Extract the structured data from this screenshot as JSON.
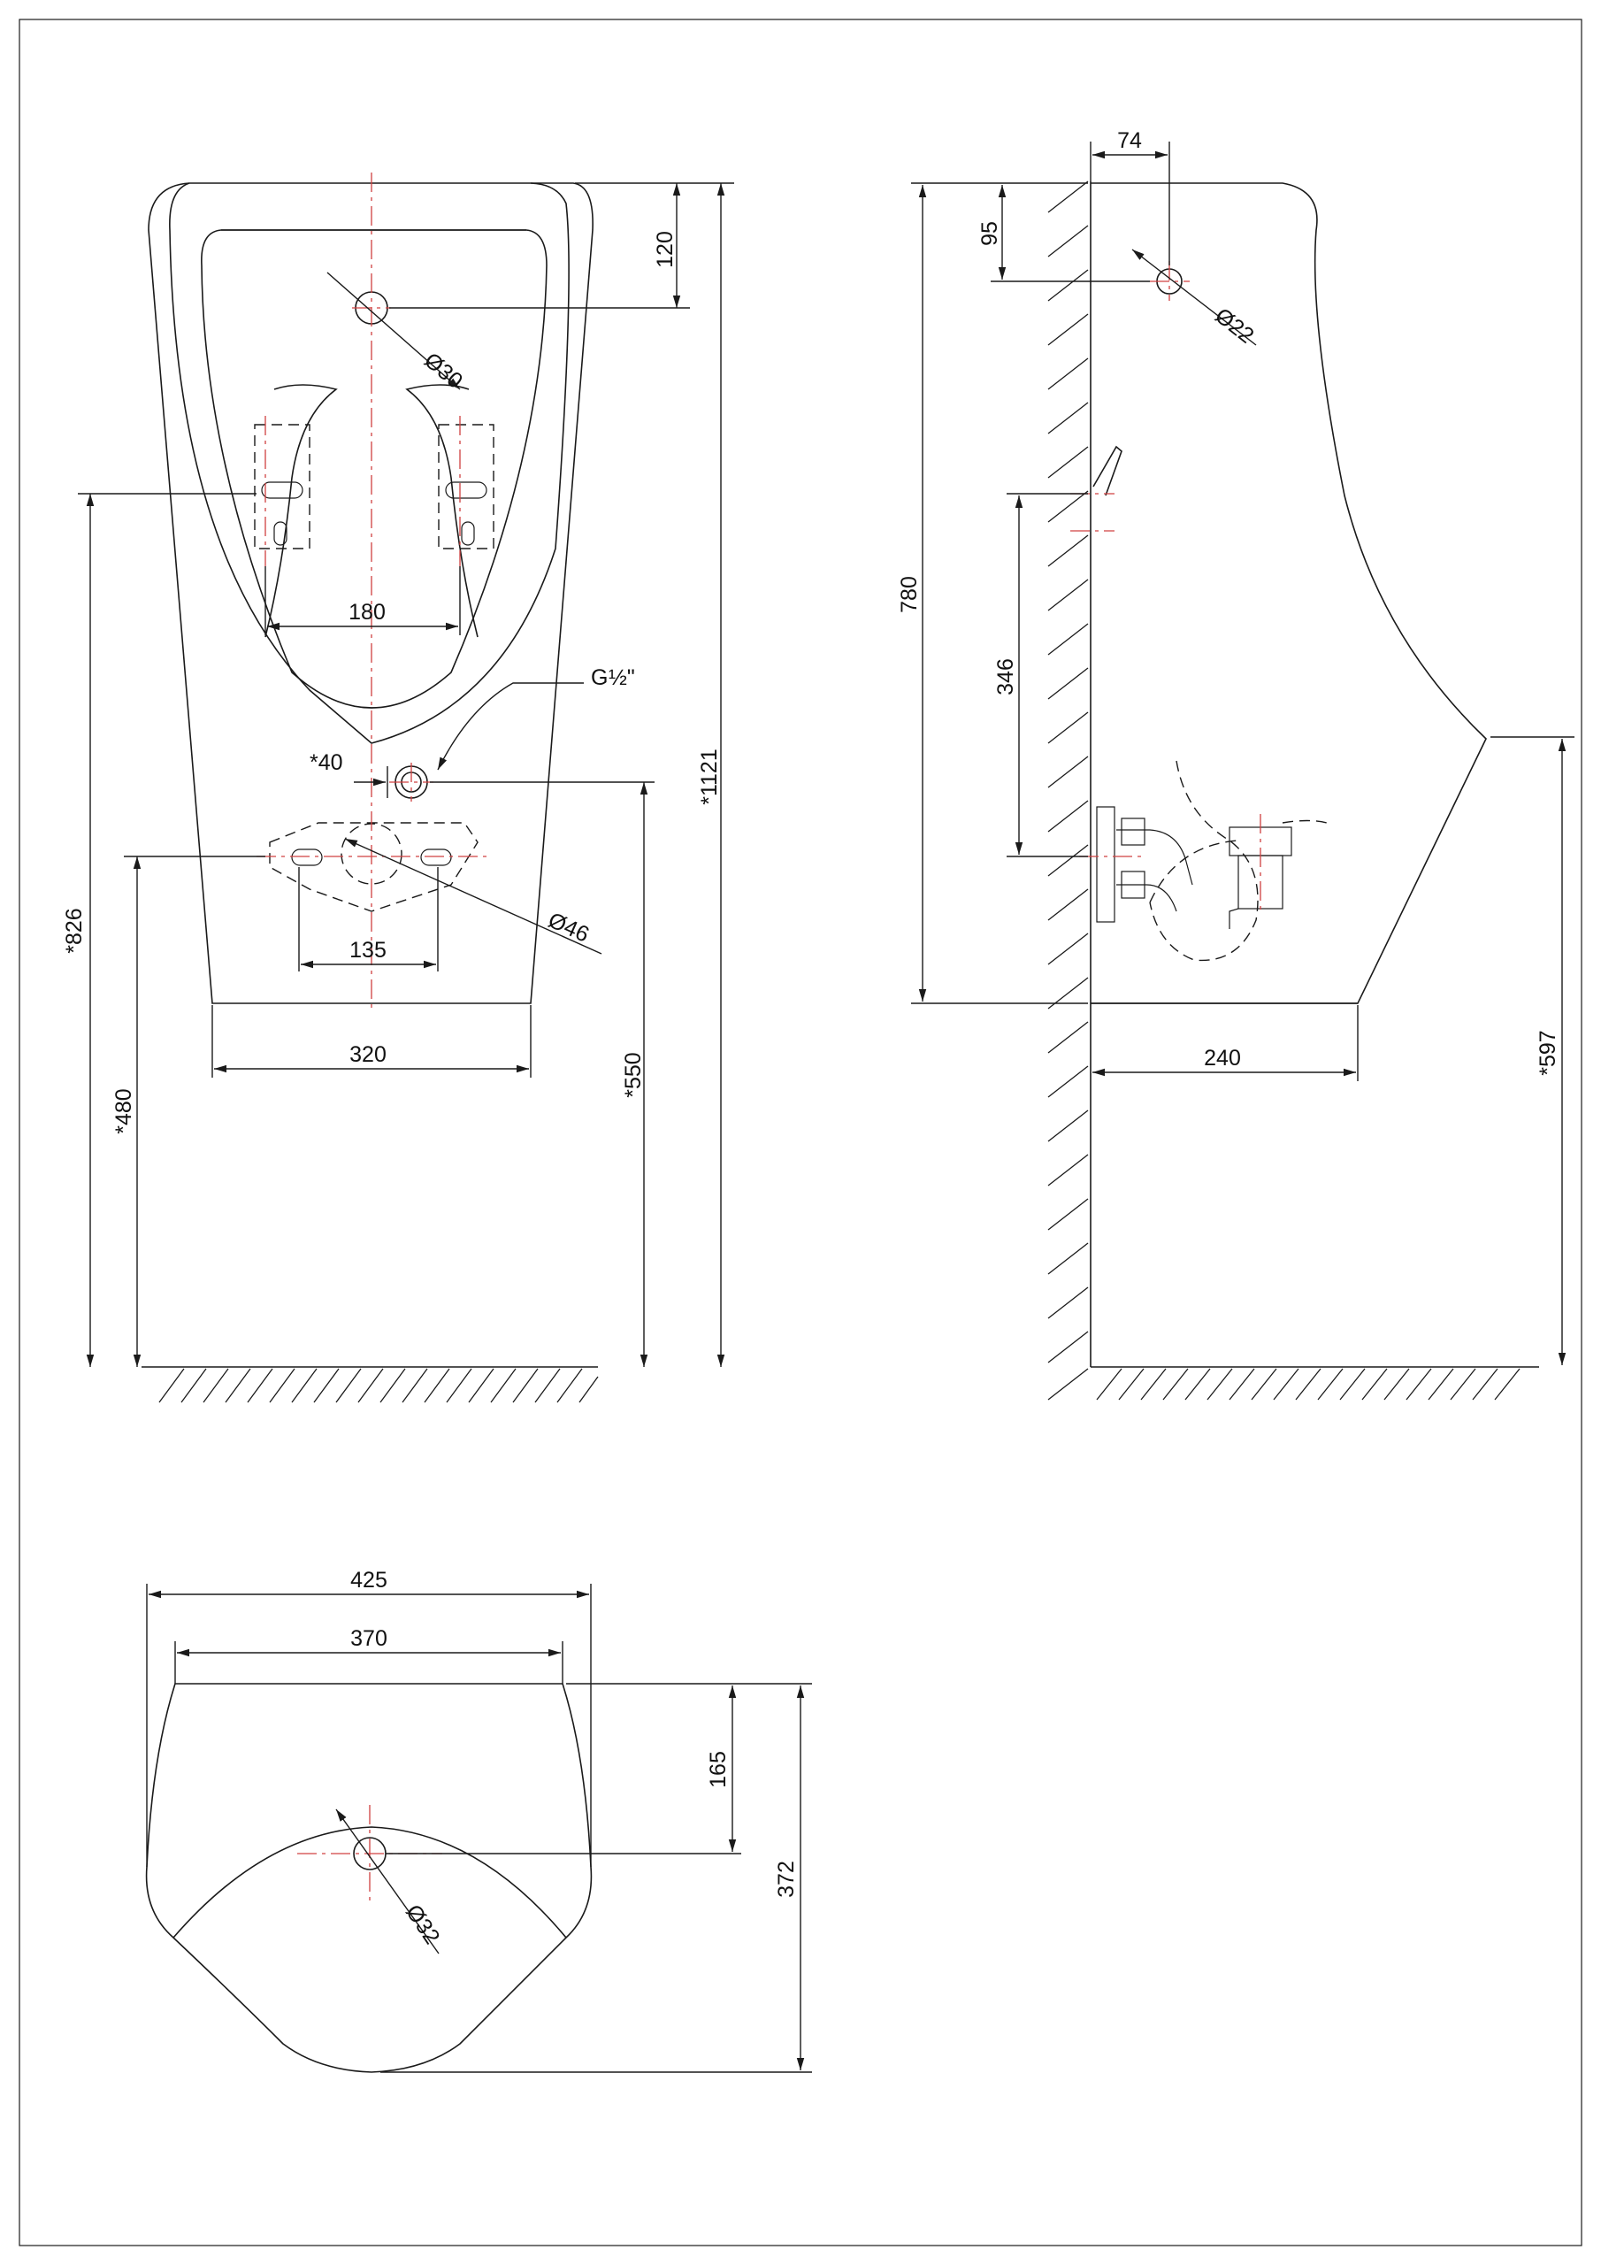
{
  "front_view": {
    "dim_top_inlet": "120",
    "dim_inlet_dia": "Ø30",
    "dim_bracket_spacing": "180",
    "dim_thread": "G",
    "dim_thread_fraction": "½\"",
    "dim_inlet_offset": "*40",
    "dim_outlet_dia": "Ø46",
    "dim_outlet_spacing": "135",
    "dim_base_width": "320",
    "dim_total_height": "*1121",
    "dim_bracket_height": "*826",
    "dim_outlet_height": "*480",
    "dim_inlet_height": "*550"
  },
  "side_view": {
    "dim_inlet_depth": "74",
    "dim_inlet_top": "95",
    "dim_inlet_dia": "Ø22",
    "dim_height": "780",
    "dim_outlet_height": "346",
    "dim_depth": "240",
    "dim_floor_height": "*597"
  },
  "top_view": {
    "dim_outer_width": "425",
    "dim_inner_width": "370",
    "dim_inlet_depth": "165",
    "dim_total_depth": "372",
    "dim_inlet_dia": "Ø32"
  }
}
